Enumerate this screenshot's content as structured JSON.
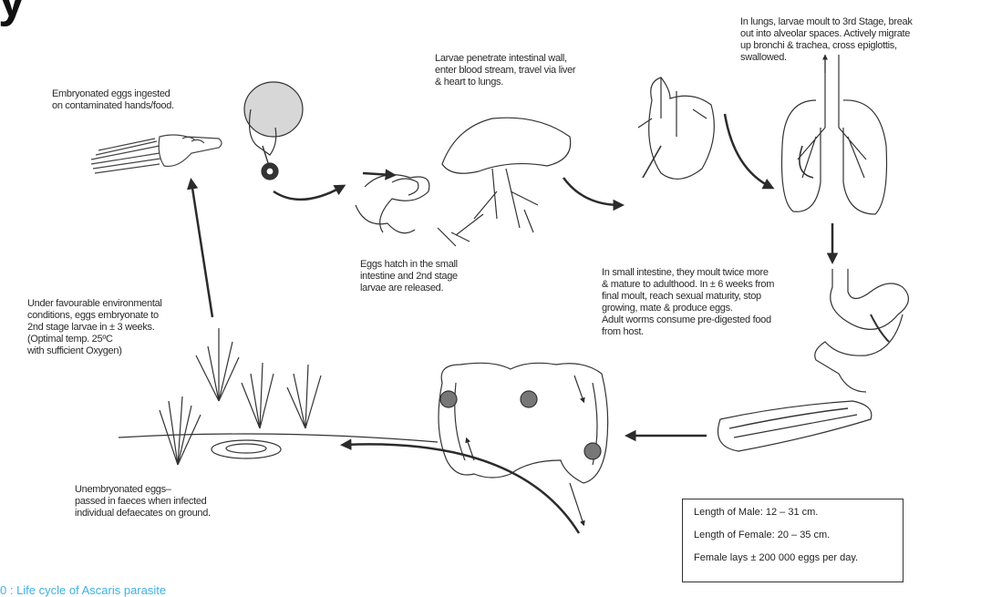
{
  "header": {
    "title_fragment": "y"
  },
  "captions": {
    "ingest": [
      "Embryonated eggs ingested",
      "on contaminated hands/food."
    ],
    "penetrate": [
      "Larvae penetrate intestinal wall,",
      "enter blood stream, travel via liver",
      "& heart to lungs."
    ],
    "lungs": [
      "In lungs, larvae moult to 3rd Stage, break",
      "out into alveolar spaces. Actively migrate",
      "up bronchi & trachea, cross epiglottis,",
      "swallowed."
    ],
    "hatch": [
      "Eggs hatch in the small",
      "intestine and 2nd stage",
      "larvae are released."
    ],
    "embryonate": [
      "Under favourable environmental",
      "conditions, eggs embryonate to",
      "2nd stage larvae in ± 3 weeks.",
      "(Optimal temp. 25ºC",
      "with sufficient Oxygen)"
    ],
    "adult": [
      "In small intestine, they moult twice more",
      "& mature to adulthood. In ± 6 weeks from",
      "final moult, reach sexual maturity, stop",
      "growing, mate & produce eggs.",
      "Adult worms consume pre-digested food",
      "from host."
    ],
    "faeces": [
      "Unembryonated eggs–",
      "passed in faeces when infected",
      "individual defaecates on ground."
    ]
  },
  "size_box": {
    "male": "Length of Male: 12 – 31 cm.",
    "female": "Length of Female: 20 – 35 cm.",
    "eggs": "Female lays ± 200 000 eggs per day."
  },
  "figure_caption": "0 : Life cycle of Ascaris parasite",
  "colors": {
    "caption_link": "#3fb0e6",
    "ink": "#222222"
  }
}
